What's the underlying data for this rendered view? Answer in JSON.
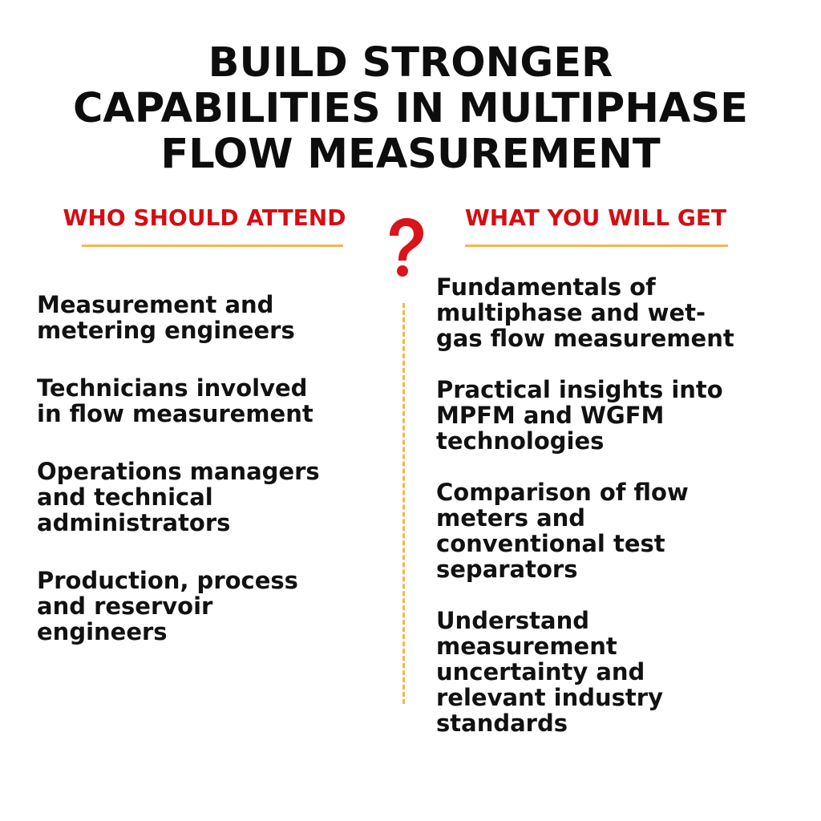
{
  "title": {
    "lines": [
      "BUILD STRONGER",
      "CAPABILITIES IN MULTIPHASE",
      "FLOW MEASUREMENT"
    ]
  },
  "colors": {
    "heading_red": "#d40e12",
    "accent_orange": "#f7b548",
    "question_mark_red": "#d9141a",
    "text_black": "#111111"
  },
  "left_column": {
    "heading": "WHO SHOULD ATTEND",
    "items": [
      [
        "Measurement and",
        "metering engineers"
      ],
      [
        "Technicians involved",
        "in flow measurement"
      ],
      [
        "Operations managers",
        "and technical",
        "administrators"
      ],
      [
        "Production, process",
        "and reservoir",
        "engineers"
      ]
    ]
  },
  "center_icon": "question-mark-icon",
  "right_column": {
    "heading": "WHAT YOU WILL GET",
    "items": [
      [
        "Fundamentals of",
        "multiphase and wet-",
        "gas flow measurement"
      ],
      [
        "Practical insights into",
        "MPFM and WGFM",
        "technologies"
      ],
      [
        "Comparison of flow",
        "meters and",
        "conventional test",
        "separators"
      ],
      [
        "Understand",
        "measurement",
        "uncertainty and",
        "relevant industry",
        "standards"
      ]
    ]
  }
}
